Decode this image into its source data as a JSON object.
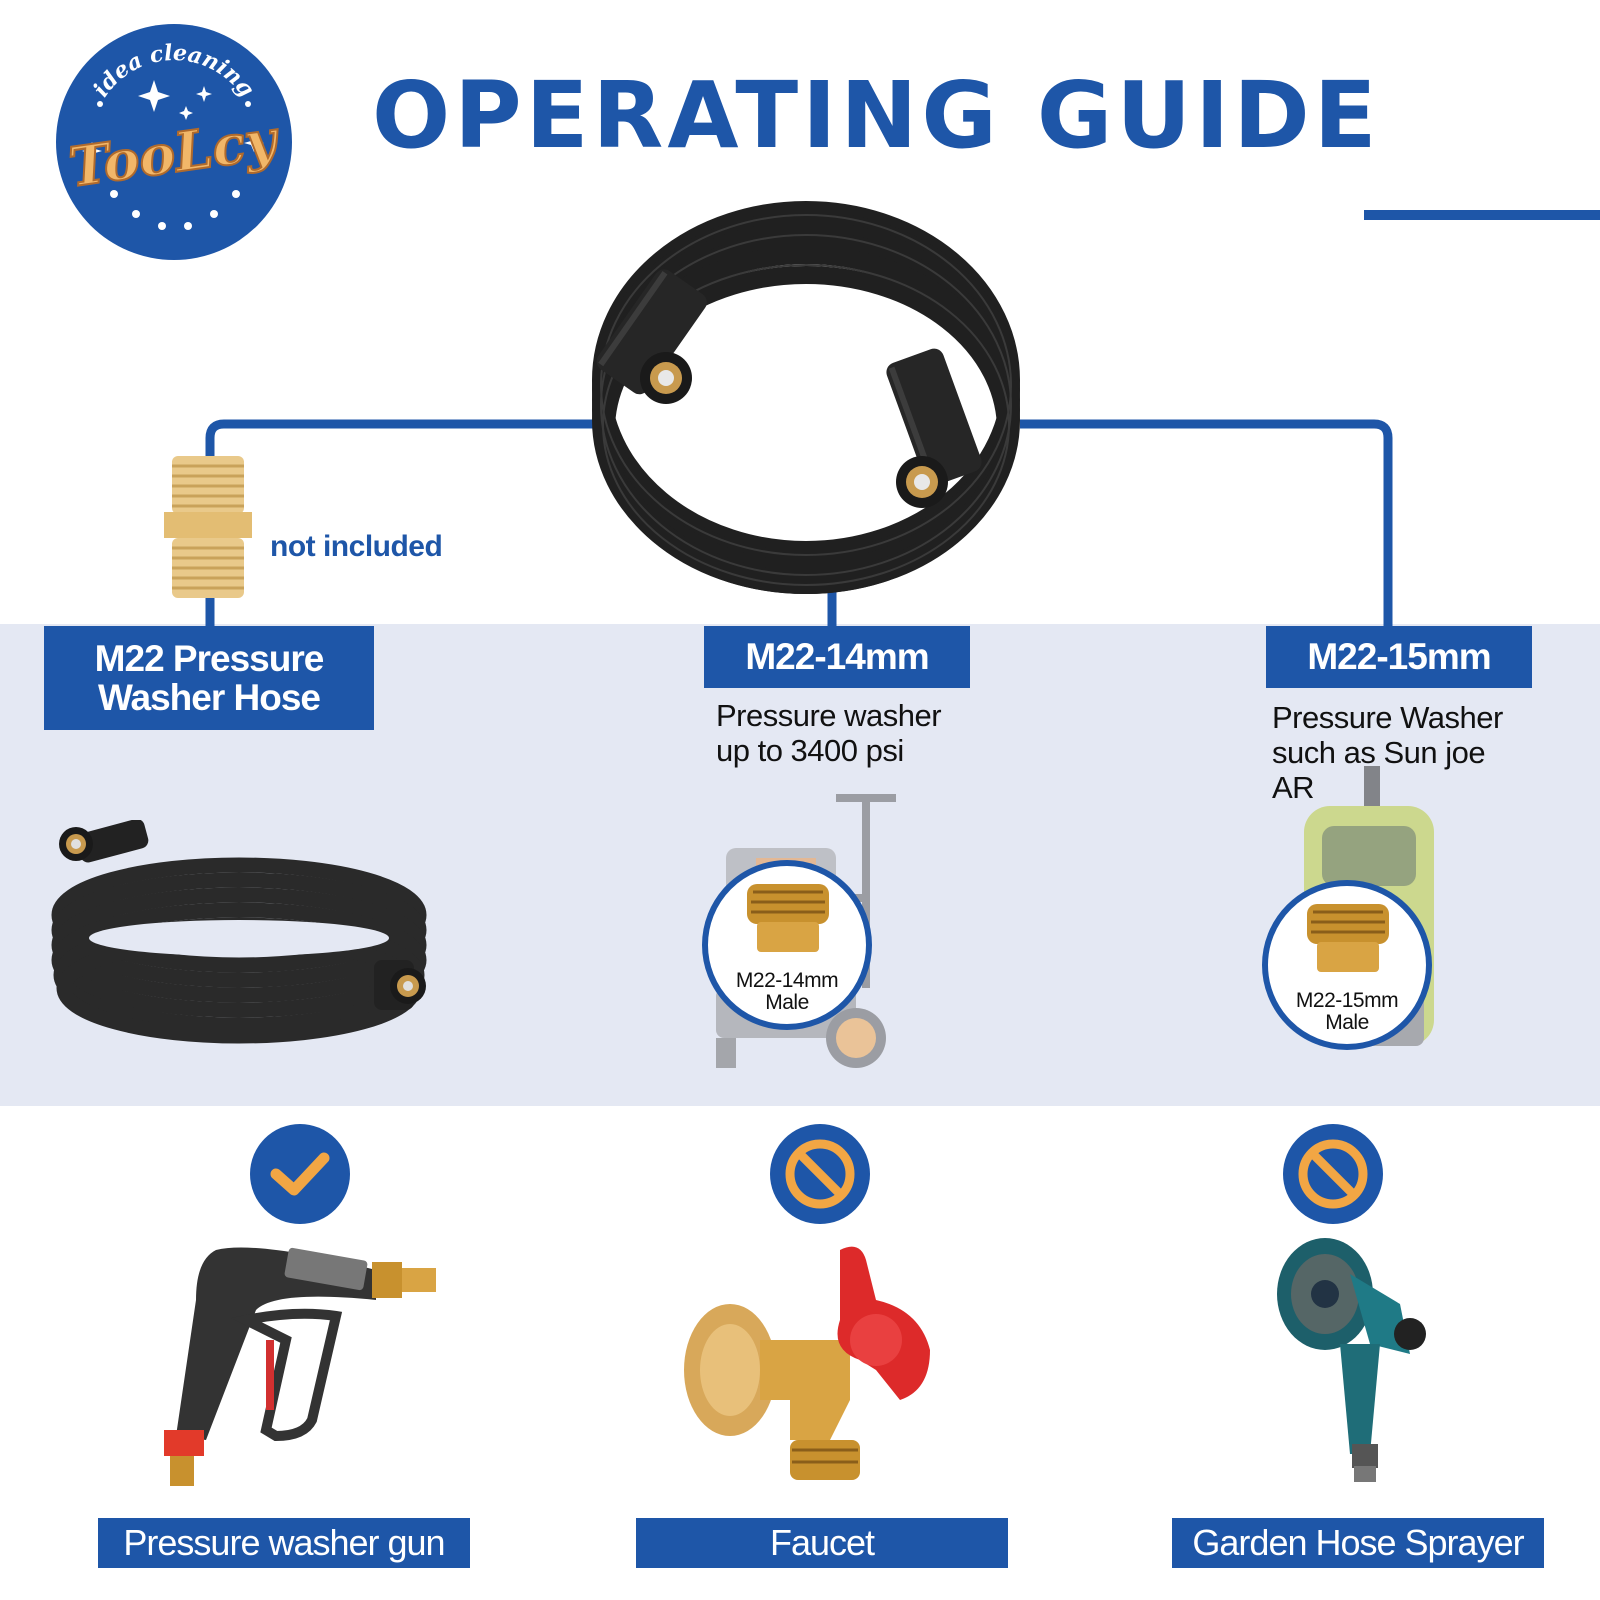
{
  "logo": {
    "arc_text": "idea cleaning",
    "brand": "TooLcy"
  },
  "title": "OPERATING GUIDE",
  "accessory": {
    "note": "not included"
  },
  "columns": [
    {
      "label": "M22 Pressure Washer Hose"
    },
    {
      "label": "M22-14mm",
      "description": [
        "Pressure washer",
        "up to 3400 psi"
      ],
      "callout": [
        "M22-14mm",
        "Male"
      ]
    },
    {
      "label": "M22-15mm",
      "description": [
        "Pressure Washer",
        "such as Sun joe",
        "AR"
      ],
      "callout": [
        "M22-15mm",
        "Male"
      ]
    }
  ],
  "compatibility": [
    {
      "label": "Pressure washer gun",
      "status": "check-icon"
    },
    {
      "label": "Faucet",
      "status": "prohibited-icon"
    },
    {
      "label": "Garden Hose Sprayer",
      "status": "prohibited-icon"
    }
  ],
  "colors": {
    "brand_blue": "#1e56a8",
    "band": "#e4e8f3",
    "accent_orange": "#f2a644"
  }
}
